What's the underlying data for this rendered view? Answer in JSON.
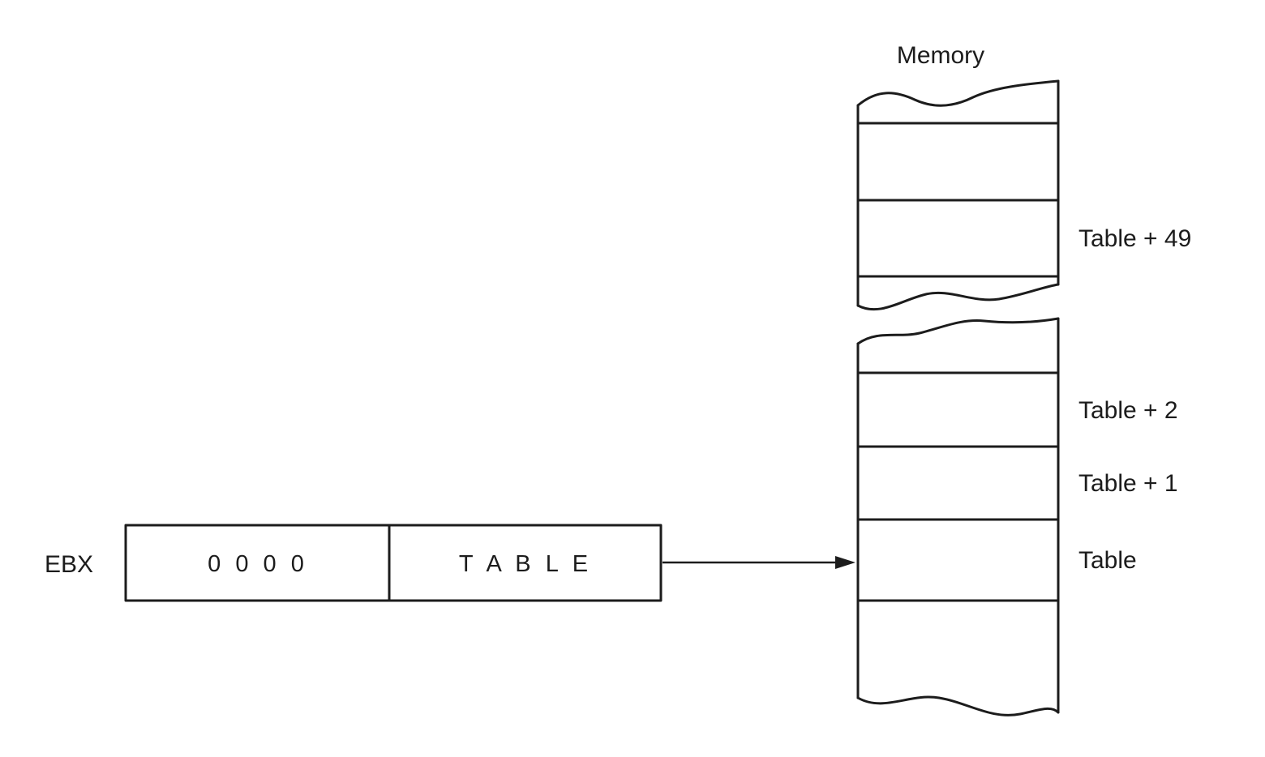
{
  "memory": {
    "heading": "Memory",
    "cells": [
      {
        "label": "Table + 49"
      },
      {
        "label": "Table + 2"
      },
      {
        "label": "Table + 1"
      },
      {
        "label": "Table"
      }
    ]
  },
  "register": {
    "name": "EBX",
    "high_word": "0 0 0 0",
    "low_word": "T A B L E"
  },
  "colors": {
    "line": "#1c1c1c",
    "background": "#ffffff"
  }
}
